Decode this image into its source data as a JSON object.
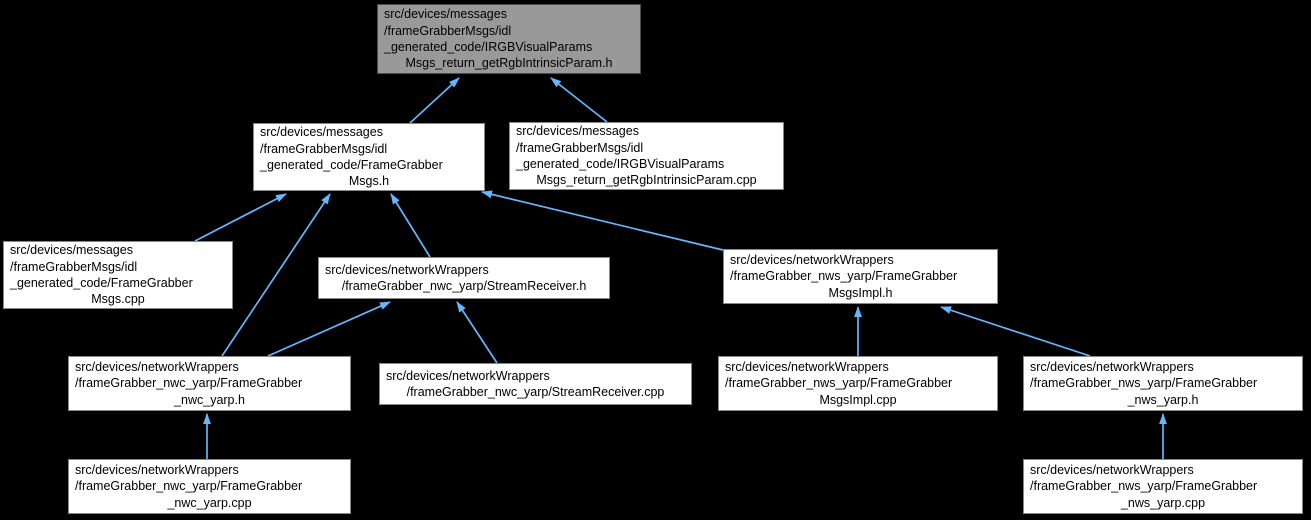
{
  "diagram": {
    "kind": "include-dependency-graph",
    "colors": {
      "background": "#000000",
      "node_fill": "#ffffff",
      "node_border": "#878787",
      "highlight_fill": "#999999",
      "highlight_border": "#4d4d4d",
      "arrow": "#63b8ff",
      "text": "#000000"
    },
    "nodes": [
      {
        "id": "n1",
        "highlighted": true,
        "lines": [
          "src/devices/messages",
          "/frameGrabberMsgs/idl",
          "_generated_code/IRGBVisualParams",
          "Msgs_return_getRgbIntrinsicParam.h"
        ]
      },
      {
        "id": "n2",
        "highlighted": false,
        "lines": [
          "src/devices/messages",
          "/frameGrabberMsgs/idl",
          "_generated_code/FrameGrabber",
          "Msgs.h"
        ]
      },
      {
        "id": "n3",
        "highlighted": false,
        "lines": [
          "src/devices/messages",
          "/frameGrabberMsgs/idl",
          "_generated_code/IRGBVisualParams",
          "Msgs_return_getRgbIntrinsicParam.cpp"
        ]
      },
      {
        "id": "n4",
        "highlighted": false,
        "lines": [
          "src/devices/messages",
          "/frameGrabberMsgs/idl",
          "_generated_code/FrameGrabber",
          "Msgs.cpp"
        ]
      },
      {
        "id": "n5",
        "highlighted": false,
        "lines": [
          "src/devices/networkWrappers",
          "/frameGrabber_nwc_yarp/StreamReceiver.h"
        ]
      },
      {
        "id": "n6",
        "highlighted": false,
        "lines": [
          "src/devices/networkWrappers",
          "/frameGrabber_nws_yarp/FrameGrabber",
          "MsgsImpl.h"
        ]
      },
      {
        "id": "n7",
        "highlighted": false,
        "lines": [
          "src/devices/networkWrappers",
          "/frameGrabber_nwc_yarp/FrameGrabber",
          "_nwc_yarp.h"
        ]
      },
      {
        "id": "n8",
        "highlighted": false,
        "lines": [
          "src/devices/networkWrappers",
          "/frameGrabber_nwc_yarp/StreamReceiver.cpp"
        ]
      },
      {
        "id": "n9",
        "highlighted": false,
        "lines": [
          "src/devices/networkWrappers",
          "/frameGrabber_nws_yarp/FrameGrabber",
          "MsgsImpl.cpp"
        ]
      },
      {
        "id": "n10",
        "highlighted": false,
        "lines": [
          "src/devices/networkWrappers",
          "/frameGrabber_nws_yarp/FrameGrabber",
          "_nws_yarp.h"
        ]
      },
      {
        "id": "n11",
        "highlighted": false,
        "lines": [
          "src/devices/networkWrappers",
          "/frameGrabber_nwc_yarp/FrameGrabber",
          "_nwc_yarp.cpp"
        ]
      },
      {
        "id": "n12",
        "highlighted": false,
        "lines": [
          "src/devices/networkWrappers",
          "/frameGrabber_nws_yarp/FrameGrabber",
          "_nws_yarp.cpp"
        ]
      }
    ],
    "edges": [
      {
        "from": "n2",
        "to": "n1"
      },
      {
        "from": "n3",
        "to": "n1"
      },
      {
        "from": "n4",
        "to": "n2"
      },
      {
        "from": "n5",
        "to": "n2"
      },
      {
        "from": "n6",
        "to": "n2"
      },
      {
        "from": "n7",
        "to": "n2"
      },
      {
        "from": "n7",
        "to": "n5"
      },
      {
        "from": "n8",
        "to": "n5"
      },
      {
        "from": "n9",
        "to": "n6"
      },
      {
        "from": "n10",
        "to": "n6"
      },
      {
        "from": "n11",
        "to": "n7"
      },
      {
        "from": "n12",
        "to": "n10"
      }
    ]
  }
}
